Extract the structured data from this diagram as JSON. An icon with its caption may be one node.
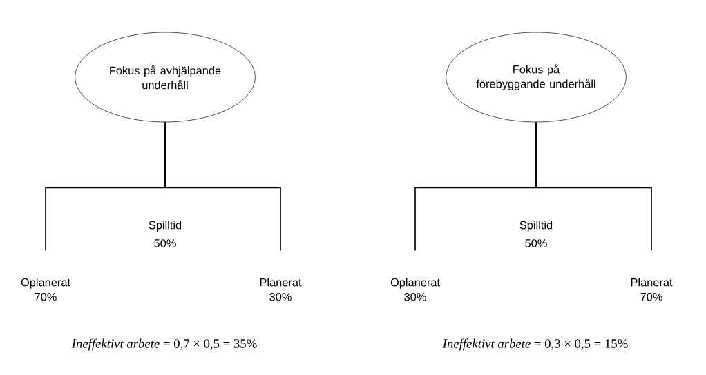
{
  "diagram": {
    "nodes": [
      {
        "text": [
          "Fokus på avhjälpande underhåll"
        ]
      },
      {
        "text": [
          "Oplanerat",
          "70%"
        ]
      },
      {
        "text": [
          "Planerat",
          "30%"
        ]
      },
      {
        "text": [
          "Fokus på förebyggande underhåll"
        ]
      },
      {
        "text": [
          "Oplanerat",
          "30%"
        ]
      },
      {
        "text": [
          "Planerat",
          "70%"
        ]
      }
    ],
    "edges": [
      {
        "from": 0,
        "to": 1,
        "arrow": "none"
      },
      {
        "from": 0,
        "to": 2,
        "arrow": "none"
      },
      {
        "from": 3,
        "to": 4,
        "arrow": "none"
      },
      {
        "from": 3,
        "to": 5,
        "arrow": "none"
      }
    ],
    "labels": [
      "Spilltid",
      "50%",
      "Spilltid",
      "50%",
      "*Ineffektivt arbete* = 0,7 × 0,5 = 35%",
      "*Ineffektivt arbete* = 0,3 × 0,5 = 15%"
    ]
  }
}
